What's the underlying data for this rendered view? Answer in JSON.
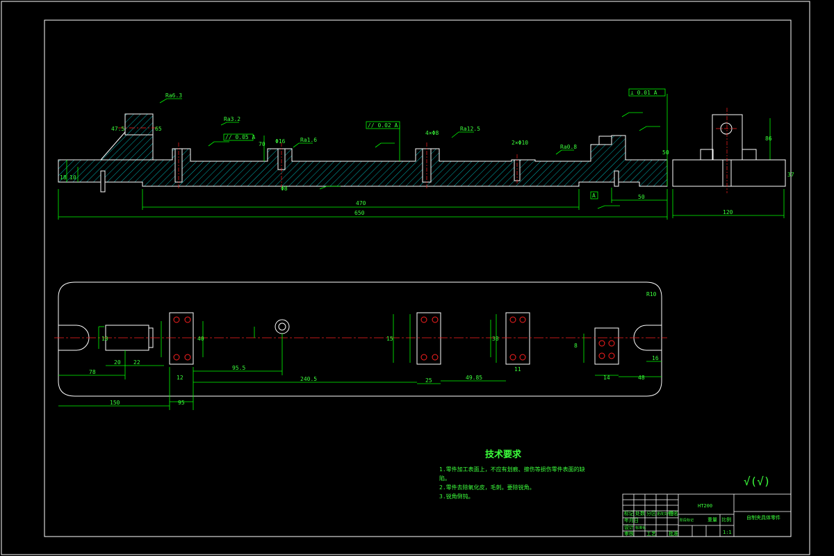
{
  "colors": {
    "background": "#000000",
    "outline": "#ffffff",
    "dimension": "#00ff00",
    "centerline": "#ff2020",
    "hatch": "#00ffff",
    "text": "#3cff3c"
  },
  "front_view": {
    "dims": {
      "overall": "650",
      "middle": "470",
      "right_end": "50",
      "side_width": "120",
      "h_left": "10",
      "h_left2": "18",
      "h_right": "37",
      "h_right2": "86",
      "h_right3": "50",
      "v_mid": "70",
      "v_left": "47.5",
      "v_left2": "65"
    },
    "roughness": {
      "r1": "Ra6.3",
      "r2": "Ra3.2",
      "r3": "Ra1.6",
      "r4": "Ra12.5",
      "r5": "Ra0.8"
    },
    "holes": {
      "h1": "Φ16",
      "h2": "Φ8",
      "h3": "4×Φ8",
      "h4": "2×Φ10"
    },
    "tolerance": {
      "t1": "// 0.02 A",
      "t2": "⊥ 0.01 A",
      "t3": "// 0.05 A"
    },
    "datum": "A"
  },
  "top_view": {
    "dims": {
      "d78": "78",
      "d150": "150",
      "d95": "95",
      "d95_5": "95.5",
      "d240_5": "240.5",
      "d25": "25",
      "d49_85": "49.85",
      "d20": "20",
      "d22": "22",
      "d10": "10",
      "d40": "40",
      "d12": "12",
      "d48": "48",
      "d15": "15",
      "d38": "38",
      "d16": "16",
      "d11": "11",
      "d8": "8",
      "d14": "14",
      "r": "R10"
    }
  },
  "tech": {
    "title": "技术要求",
    "lines": [
      "1.零件加工表面上，不应有划痕、擦伤等损伤零件表面的缺",
      "  陷。",
      "2.零件去除氧化皮，毛刺。要除锐角。",
      "3.锐角倒钝。"
    ]
  },
  "title_block": {
    "material": "HT200",
    "name": "自制夹具体零件",
    "ratio": "1:1",
    "labels": [
      "标记",
      "处数",
      "分区",
      "更改文件号",
      "签名",
      "年月日",
      "设计",
      "标准化",
      "阶段标记",
      "重量",
      "比例",
      "审核",
      "工艺",
      "批准"
    ]
  },
  "roughness_symbol": "√(√)"
}
